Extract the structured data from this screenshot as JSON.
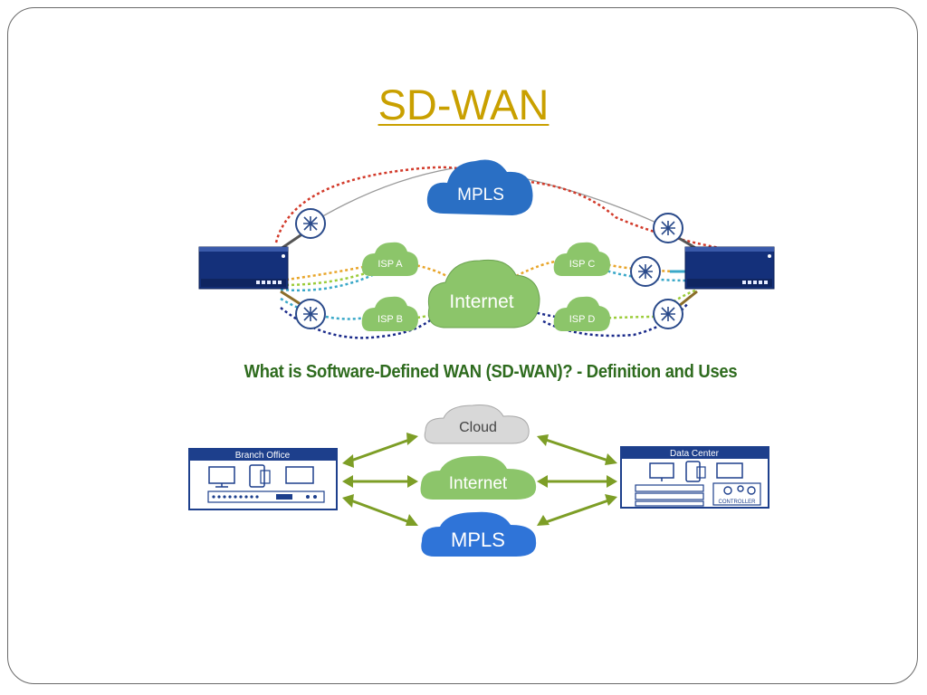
{
  "slide": {
    "title": "SD-WAN"
  },
  "diagram_top": {
    "clouds": {
      "mpls": "MPLS",
      "internet": "Internet",
      "isp_a": "ISP A",
      "isp_b": "ISP B",
      "isp_c": "ISP C",
      "isp_d": "ISP D"
    },
    "caption": "What is Software-Defined WAN (SD-WAN)? - Definition and Uses"
  },
  "diagram_bottom": {
    "branch_office": "Branch Office",
    "data_center": "Data Center",
    "controller": "CONTROLLER",
    "clouds": {
      "cloud": "Cloud",
      "internet": "Internet",
      "mpls": "MPLS"
    }
  },
  "colors": {
    "title": "#c9a000",
    "caption": "#2e6b1e",
    "mpls_blue": "#2a6fc4",
    "isp_green": "#8cc56a",
    "device_navy": "#14307a",
    "arrow_green": "#7d9e26"
  }
}
